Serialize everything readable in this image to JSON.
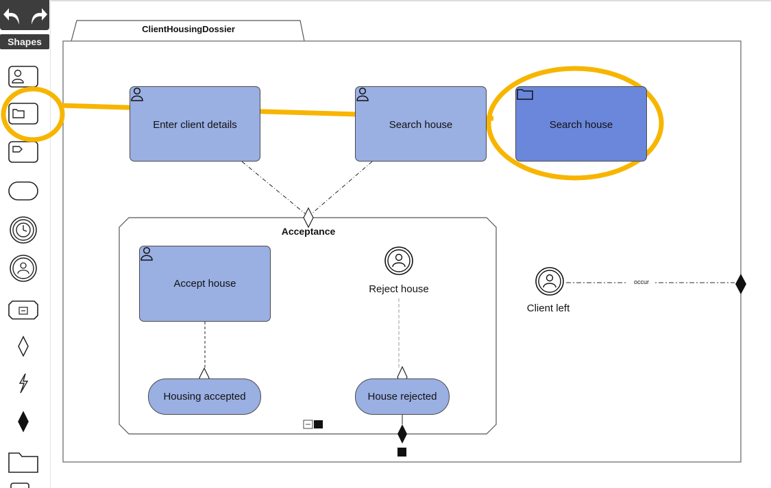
{
  "toolbar": {
    "shapes_label": "Shapes",
    "undo_icon": "undo-icon",
    "redo_icon": "redo-icon",
    "palette": [
      "human-task-icon",
      "case-task-icon",
      "process-task-icon",
      "milestone-icon",
      "timer-event-icon",
      "user-event-icon",
      "stage-icon",
      "entry-criterion-icon",
      "discretionary-task-icon",
      "exit-criterion-icon",
      "case-file-item-icon",
      "plan-fragment-icon"
    ]
  },
  "diagram": {
    "case_name": "ClientHousingDossier",
    "tasks": {
      "enter_client": "Enter client details",
      "search_house_human": "Search house",
      "search_house_case": "Search house",
      "accept_house": "Accept house"
    },
    "stage": {
      "name": "Acceptance"
    },
    "milestones": {
      "housing_accepted": "Housing accepted",
      "house_rejected": "House rejected"
    },
    "events": {
      "reject_house": "Reject house",
      "client_left": "Client left",
      "connector_label": "occur"
    }
  },
  "colors": {
    "task_fill": "#9aafe2",
    "case_task_fill": "#6b87db",
    "highlight": "#f7b500",
    "toolbar_dark": "#3d3d3d"
  }
}
